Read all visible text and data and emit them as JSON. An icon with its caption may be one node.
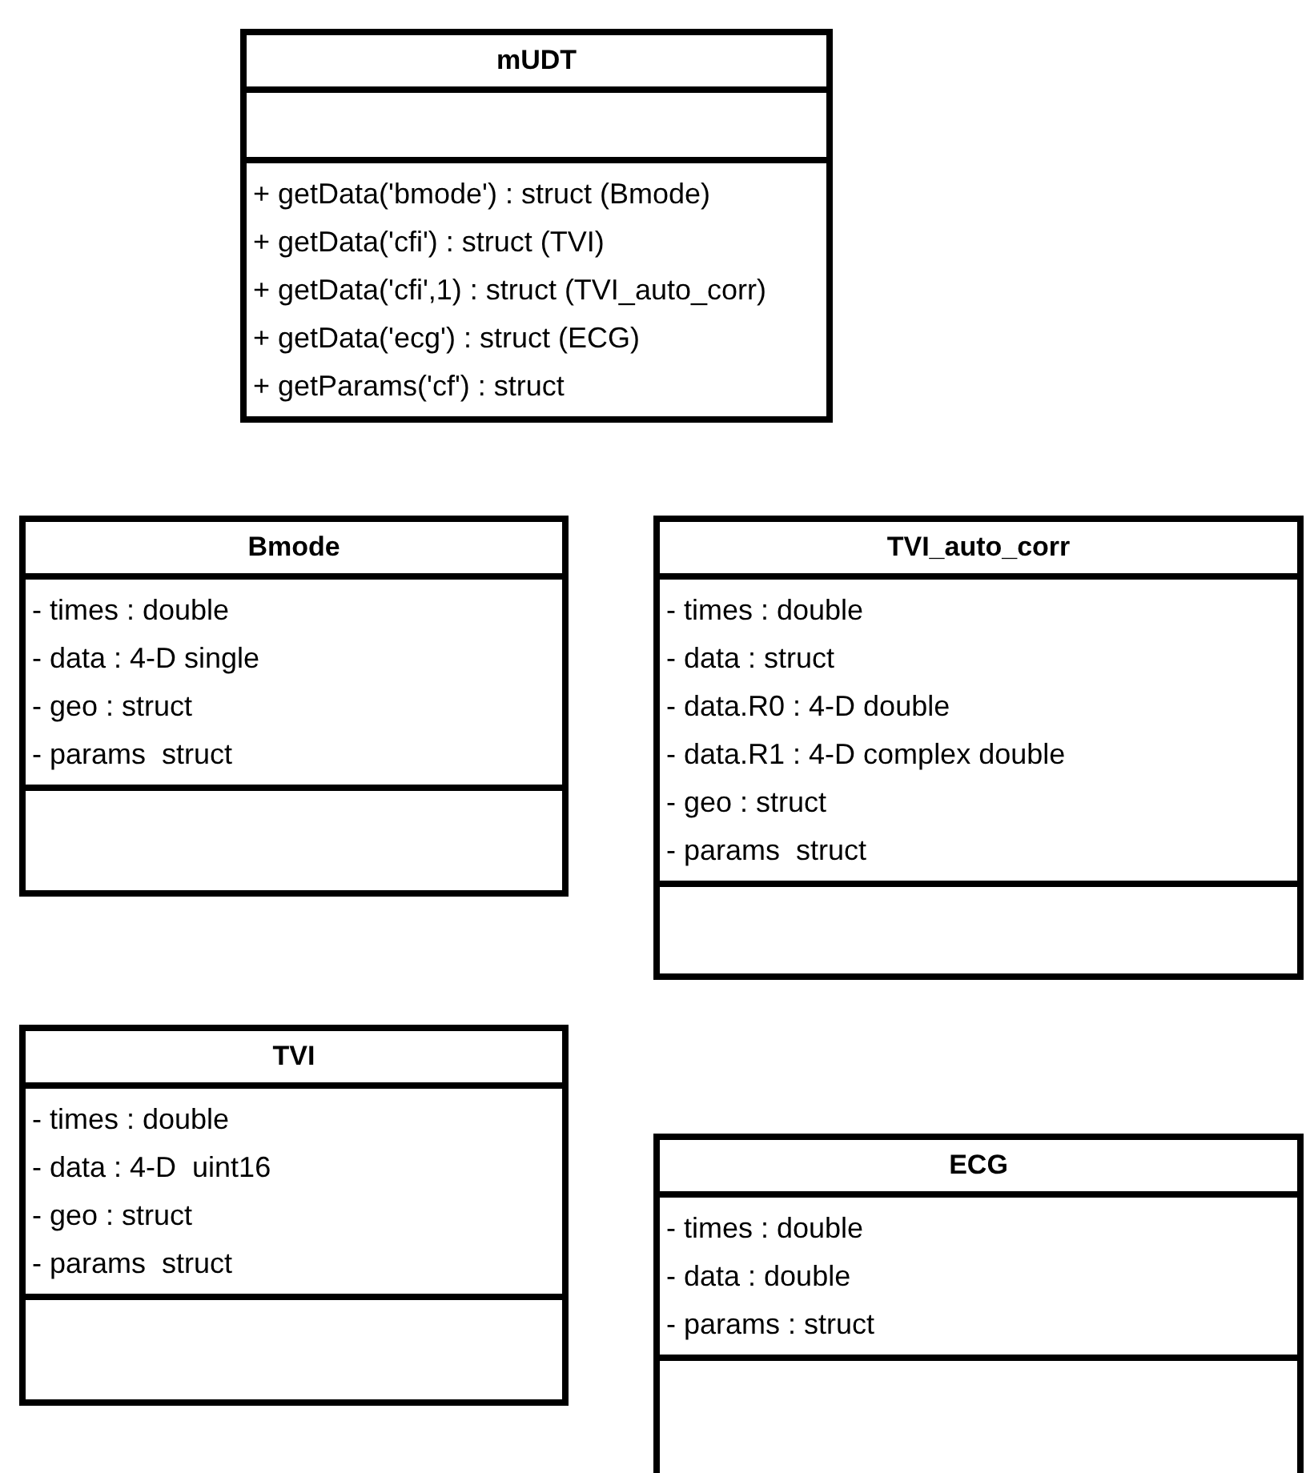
{
  "diagram": {
    "nodes": [
      {
        "text": [
          "mUDT",
          "+ getData('bmode') : struct (Bmode)",
          "+ getData('cfi') : struct (TVI)",
          "+ getData('cfi',1) : struct (TVI_auto_corr)",
          "+ getData('ecg') : struct (ECG)",
          "+ getParams('cf') : struct"
        ]
      },
      {
        "text": [
          "Bmode",
          "- times : double",
          "- data : 4-D single",
          "- geo : struct",
          "- params  struct"
        ]
      },
      {
        "text": [
          "TVI_auto_corr",
          "- times : double",
          "- data : struct",
          "- data.R0 : 4-D double",
          "- data.R1 : 4-D complex double",
          "- geo : struct",
          "- params  struct"
        ]
      },
      {
        "text": [
          "TVI",
          "- times : double",
          "- data : 4-D  uint16",
          "- geo : struct",
          "- params  struct"
        ]
      },
      {
        "text": [
          "ECG",
          "- times : double",
          "- data : double",
          "- params : struct"
        ]
      }
    ]
  }
}
